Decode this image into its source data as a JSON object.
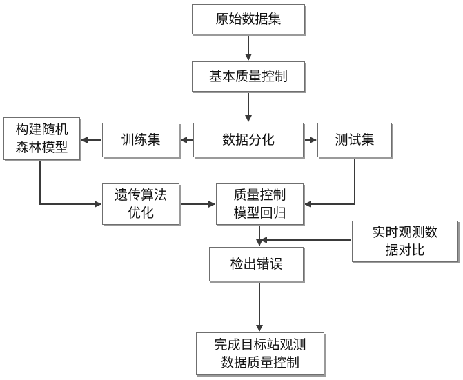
{
  "diagram": {
    "nodes": {
      "raw": {
        "label": "原始数据集"
      },
      "basic_qc": {
        "label": "基本质量控制"
      },
      "split": {
        "label": "数据分化"
      },
      "train": {
        "label": "训练集"
      },
      "test": {
        "label": "测试集"
      },
      "rf": {
        "line1": "构建随机",
        "line2": "森林模型"
      },
      "ga": {
        "line1": "遗传算法",
        "line2": "优化"
      },
      "regression": {
        "line1": "质量控制",
        "line2": "模型回归"
      },
      "realtime": {
        "line1": "实时观测数",
        "line2": "据对比"
      },
      "detect": {
        "label": "检出错误"
      },
      "final": {
        "line1": "完成目标站观测",
        "line2": "数据质量控制"
      }
    },
    "edges": [
      {
        "from": "raw",
        "to": "basic_qc"
      },
      {
        "from": "basic_qc",
        "to": "split"
      },
      {
        "from": "split",
        "to": "train"
      },
      {
        "from": "split",
        "to": "test"
      },
      {
        "from": "train",
        "to": "rf"
      },
      {
        "from": "rf",
        "to": "ga"
      },
      {
        "from": "ga",
        "to": "regression"
      },
      {
        "from": "test",
        "to": "regression"
      },
      {
        "from": "realtime",
        "to": "detect"
      },
      {
        "from": "regression",
        "to": "detect"
      },
      {
        "from": "detect",
        "to": "final"
      }
    ],
    "colors": {
      "line": "#3a3a3a",
      "border": "#6f6f6f",
      "shadow": "#9a9a9a",
      "text": "#111111"
    }
  }
}
